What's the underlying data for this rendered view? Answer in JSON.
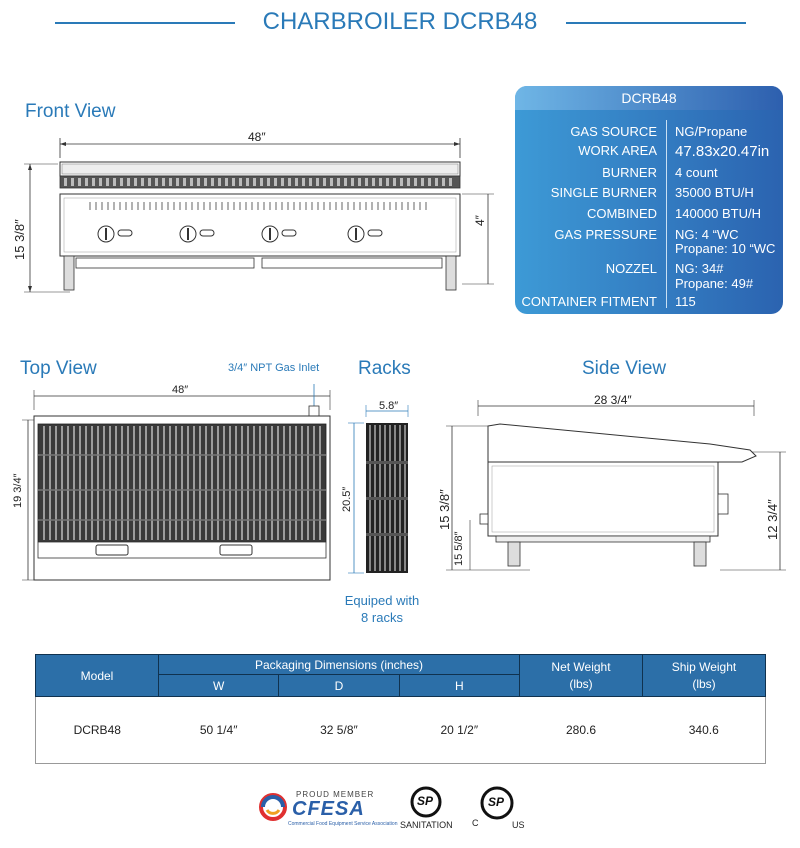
{
  "title": "CHARBROILER DCRB48",
  "sections": {
    "front": "Front View",
    "top": "Top View",
    "racks": "Racks",
    "side": "Side View"
  },
  "front_dims": {
    "width": "48″",
    "height": "15  3/8″",
    "front": "4″"
  },
  "top_dims": {
    "width": "48″",
    "depth": "19  3/4″",
    "gas_inlet": "3/4″ NPT Gas Inlet"
  },
  "rack_dims": {
    "width": "5.8″",
    "length": "20.5″",
    "note_line1": "Equiped with",
    "note_line2": "8 racks"
  },
  "side_dims": {
    "depth": "28 3/4″",
    "height": "15  3/8″",
    "front_height": "12  3/4″",
    "leg": "15 5/8″"
  },
  "spec": {
    "header": "DCRB48",
    "rows": [
      {
        "key": "GAS SOURCE",
        "value": "NG/Propane"
      },
      {
        "key": "WORK AREA",
        "value": "47.83x20.47in"
      },
      {
        "key": "BURNER",
        "value": "4 count"
      },
      {
        "key": "SINGLE BURNER",
        "value": "35000 BTU/H"
      },
      {
        "key": "COMBINED",
        "value": "140000 BTU/H"
      },
      {
        "key": "GAS PRESSURE",
        "value": "NG: 4 “WC",
        "value2": "Propane: 10 “WC"
      },
      {
        "key": "NOZZEL",
        "value": "NG: 34#",
        "value2": "Propane: 49#"
      },
      {
        "key": "CONTAINER FITMENT",
        "value": "115"
      }
    ]
  },
  "table": {
    "headers": {
      "model": "Model",
      "packaging": "Packaging Dimensions (inches)",
      "w": "W",
      "d": "D",
      "h": "H",
      "net": "Net Weight",
      "net_unit": "(lbs)",
      "ship": "Ship Weight",
      "ship_unit": "(lbs)"
    },
    "row": {
      "model": "DCRB48",
      "w": "50 1/4″",
      "d": "32 5/8″",
      "h": "20 1/2″",
      "net": "280.6",
      "ship": "340.6"
    }
  },
  "logos": {
    "cfesa_top": "PROUD MEMBER",
    "cfesa": "CFESA",
    "cfesa_sub": "Commercial Food Equipment Service Association",
    "csa": "SP",
    "csa_sanitation": "SANITATION",
    "csa_c": "C",
    "csa_us": "US"
  },
  "colors": {
    "accent": "#2a7ab8",
    "table_header": "#2c6fa8"
  }
}
